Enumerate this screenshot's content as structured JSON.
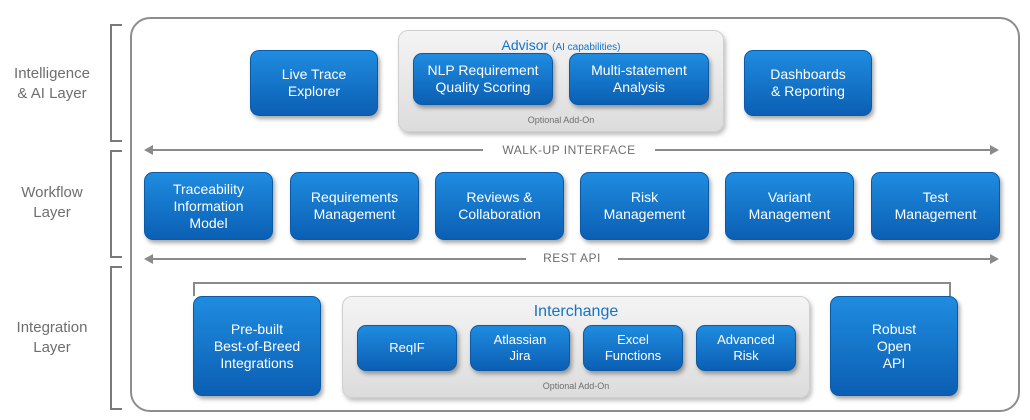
{
  "layers": {
    "intelligence": [
      "Intelligence",
      "& AI Layer"
    ],
    "workflow": [
      "Workflow",
      "Layer"
    ],
    "integration": [
      "Integration",
      "Layer"
    ]
  },
  "intelligence": {
    "live_trace": [
      "Live Trace",
      "Explorer"
    ],
    "advisor": {
      "title": "Advisor",
      "subtitle": "(AI capabilities)",
      "items": [
        [
          "NLP Requirement",
          "Quality Scoring"
        ],
        [
          "Multi-statement",
          "Analysis"
        ]
      ],
      "note": "Optional Add-On"
    },
    "dashboards": [
      "Dashboards",
      "& Reporting"
    ]
  },
  "buses": {
    "walkup": "WALK-UP INTERFACE",
    "rest": "REST API"
  },
  "workflow": {
    "items": [
      [
        "Traceability",
        "Information",
        "Model"
      ],
      [
        "Requirements",
        "Management"
      ],
      [
        "Reviews &",
        "Collaboration"
      ],
      [
        "Risk",
        "Management"
      ],
      [
        "Variant",
        "Management"
      ],
      [
        "Test",
        "Management"
      ]
    ]
  },
  "integration": {
    "prebuilt": [
      "Pre-built",
      "Best-of-Breed",
      "Integrations"
    ],
    "interchange": {
      "title": "Interchange",
      "items": [
        [
          "ReqIF"
        ],
        [
          "Atlassian",
          "Jira"
        ],
        [
          "Excel",
          "Functions"
        ],
        [
          "Advanced",
          "Risk"
        ]
      ],
      "note": "Optional Add-On"
    },
    "open_api": [
      "Robust",
      "Open",
      "API"
    ]
  },
  "colors": {
    "box_top": "#1f8ce0",
    "box_bottom": "#0b5fb3",
    "accent_text": "#1474c8",
    "label_gray": "#6e6e6e"
  }
}
